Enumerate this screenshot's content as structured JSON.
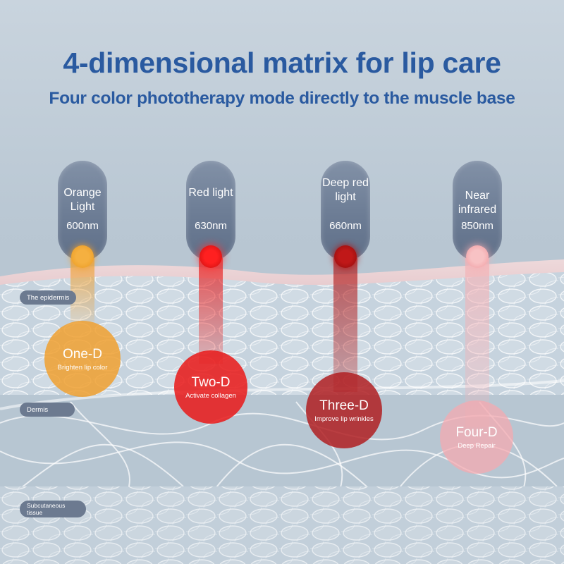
{
  "title": "4-dimensional matrix for lip care",
  "subtitle": "Four color phototherapy mode directly to the muscle base",
  "lights": [
    {
      "name": "Orange Light",
      "wavelength": "600nm",
      "color": "#f0a030"
    },
    {
      "name": "Red light",
      "wavelength": "630nm",
      "color": "#e81818"
    },
    {
      "name": "Deep red light",
      "wavelength": "660nm",
      "color": "#b01414"
    },
    {
      "name": "Near infrared",
      "wavelength": "850nm",
      "color": "#f4b0b4"
    }
  ],
  "layers": {
    "epidermis": "The epidermis",
    "dermis": "Dermis",
    "subcutaneous": "Subcutaneous tissue"
  },
  "dimensions": [
    {
      "name": "One-D",
      "desc": "Brighten lip color"
    },
    {
      "name": "Two-D",
      "desc": "Activate collagen"
    },
    {
      "name": "Three-D",
      "desc": "Improve lip wrinkles"
    },
    {
      "name": "Four-D",
      "desc": "Deep Repair"
    }
  ]
}
